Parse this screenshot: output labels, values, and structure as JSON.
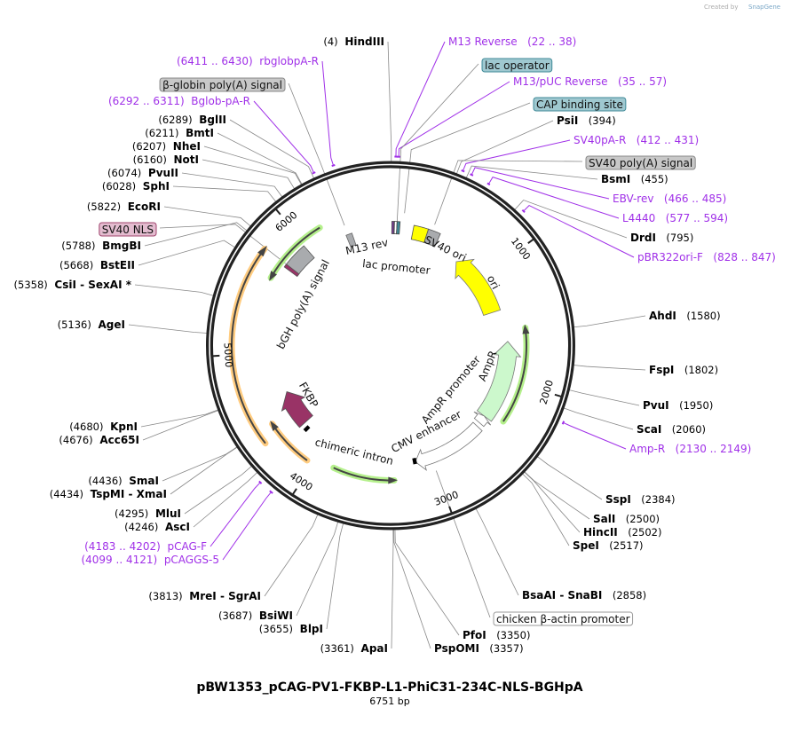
{
  "branding": {
    "text": "Created by",
    "product": "SnapGene"
  },
  "plasmid": {
    "name": "pBW1353_pCAG-PV1-FKBP-L1-PhiC31-234C-NLS-BGHpA",
    "length": 6751,
    "length_label": "6751 bp"
  },
  "ticks": [
    "1000",
    "2000",
    "3000",
    "4000",
    "5000",
    "6000"
  ],
  "enzymes": [
    {
      "name": "HindIII",
      "pos": 4
    },
    {
      "name": "PsiI",
      "pos": 394
    },
    {
      "name": "BsmI",
      "pos": 455
    },
    {
      "name": "DrdI",
      "pos": 795
    },
    {
      "name": "AhdI",
      "pos": 1580
    },
    {
      "name": "FspI",
      "pos": 1802
    },
    {
      "name": "PvuI",
      "pos": 1950
    },
    {
      "name": "ScaI",
      "pos": 2060
    },
    {
      "name": "SspI",
      "pos": 2384
    },
    {
      "name": "SalI",
      "pos": 2500
    },
    {
      "name": "HincII",
      "pos": 2502
    },
    {
      "name": "SpeI",
      "pos": 2517
    },
    {
      "name": "BsaAI  - SnaBI",
      "pos": 2858
    },
    {
      "name": "PfoI",
      "pos": 3350
    },
    {
      "name": "PspOMI",
      "pos": 3357
    },
    {
      "name": "ApaI",
      "pos": 3361
    },
    {
      "name": "BlpI",
      "pos": 3655
    },
    {
      "name": "BsiWI",
      "pos": 3687
    },
    {
      "name": "MreI  - SgrAI",
      "pos": 3813
    },
    {
      "name": "AscI",
      "pos": 4246
    },
    {
      "name": "MluI",
      "pos": 4295
    },
    {
      "name": "TspMI  - XmaI",
      "pos": 4434
    },
    {
      "name": "SmaI",
      "pos": 4436
    },
    {
      "name": "Acc65I",
      "pos": 4676
    },
    {
      "name": "KpnI",
      "pos": 4680
    },
    {
      "name": "AgeI",
      "pos": 5136
    },
    {
      "name": "CsiI  - SexAI *",
      "pos": 5358
    },
    {
      "name": "BstEII",
      "pos": 5668
    },
    {
      "name": "BmgBI",
      "pos": 5788
    },
    {
      "name": "EcoRI",
      "pos": 5822
    },
    {
      "name": "SphI",
      "pos": 6028
    },
    {
      "name": "PvuII",
      "pos": 6074
    },
    {
      "name": "NotI",
      "pos": 6160
    },
    {
      "name": "NheI",
      "pos": 6207
    },
    {
      "name": "BmtI",
      "pos": 6211
    },
    {
      "name": "BglII",
      "pos": 6289
    }
  ],
  "primers": [
    {
      "name": "M13 Reverse",
      "range": "22 .. 38"
    },
    {
      "name": "M13/pUC Reverse",
      "range": "35 .. 57"
    },
    {
      "name": "SV40pA-R",
      "range": "412 .. 431"
    },
    {
      "name": "EBV-rev",
      "range": "466 .. 485"
    },
    {
      "name": "L4440",
      "range": "577 .. 594"
    },
    {
      "name": "pBR322ori-F",
      "range": "828 .. 847"
    },
    {
      "name": "Amp-R",
      "range": "2130 .. 2149"
    },
    {
      "name": "pCAG-F",
      "range": "4183 .. 4202"
    },
    {
      "name": "pCAGGS-5",
      "range": "4099 .. 4121"
    },
    {
      "name": "Bglob-pA-R",
      "range": "6292 .. 6311"
    },
    {
      "name": "rbglobpA-R",
      "range": "6411 .. 6430"
    }
  ],
  "boxed_features": [
    {
      "name": "lac operator",
      "fill": "#9fc8d0",
      "stroke": "#3f8a98"
    },
    {
      "name": "CAP binding site",
      "fill": "#9fc8d0",
      "stroke": "#3f8a98"
    },
    {
      "name": "SV40 poly(A) signal",
      "fill": "#c8c8c8",
      "stroke": "#888888"
    },
    {
      "name": "β-globin poly(A) signal",
      "fill": "#c8c8c8",
      "stroke": "#888888"
    },
    {
      "name": "SV40 NLS",
      "fill": "#e3bccf",
      "stroke": "#a0446e"
    },
    {
      "name": "chicken β-actin promoter",
      "fill": "#ffffff",
      "stroke": "#999999"
    }
  ],
  "map_features": [
    {
      "name": "M13 rev",
      "color": "#a9abae"
    },
    {
      "name": "lac promoter",
      "color": "#6a8fa0"
    },
    {
      "name": "SV40 ori",
      "color": "#ffff00"
    },
    {
      "name": "ori",
      "color": "#ffff00"
    },
    {
      "name": "AmpR",
      "color": "#ccf8cc"
    },
    {
      "name": "AmpR promoter",
      "color": "#ffffff"
    },
    {
      "name": "CMV enhancer",
      "color": "#ffffff"
    },
    {
      "name": "chimeric intron",
      "color": "#000000"
    },
    {
      "name": "FKBP",
      "color": "#993366"
    },
    {
      "name": "bGH poly(A) signal",
      "color": "#a9abae"
    }
  ],
  "colors": {
    "primer": "#a030e8",
    "backbone": "#222222",
    "orf_green": "#b5f08c",
    "orf_orange": "#ffcc80"
  }
}
